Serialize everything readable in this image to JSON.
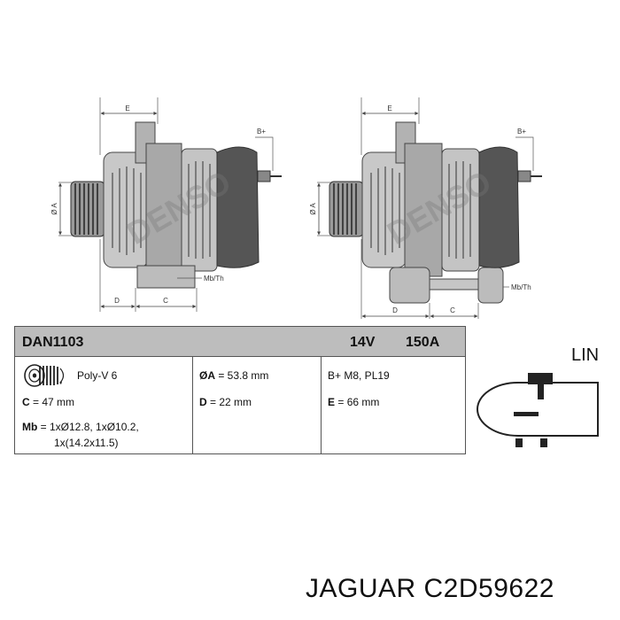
{
  "drawing": {
    "left_view": {
      "dimension_labels": {
        "e": "E",
        "b_plus": "B+",
        "a": "Ø A",
        "mb": "Mb/Th",
        "d": "D",
        "c": "C"
      },
      "brand_mark": "DENSO"
    },
    "right_view": {
      "dimension_labels": {
        "e": "E",
        "b_plus": "B+",
        "a": "Ø A",
        "mb": "Mb/Th",
        "d": "D",
        "c": "C"
      },
      "brand_mark": "DENSO"
    }
  },
  "spec_table": {
    "model": "DAN1103",
    "voltage": "14V",
    "amperage": "150A",
    "col1": {
      "pulley_icon": "pulley-icon",
      "pulley": "Poly-V 6",
      "c_key": "C",
      "c_val": " = 47 mm",
      "mb_key": "Mb",
      "mb_val": " = 1xØ12.8, 1xØ10.2,",
      "mb_val2": "1x(14.2x11.5)"
    },
    "col2": {
      "a_key": "ØA",
      "a_val": " = 53.8 mm",
      "d_key": "D",
      "d_val": " = 22 mm"
    },
    "col3": {
      "b_val": "B+ M8, PL19",
      "e_key": "E",
      "e_val": " = 66 mm"
    }
  },
  "connector": {
    "label": "LIN"
  },
  "part_number": "JAGUAR C2D59622"
}
